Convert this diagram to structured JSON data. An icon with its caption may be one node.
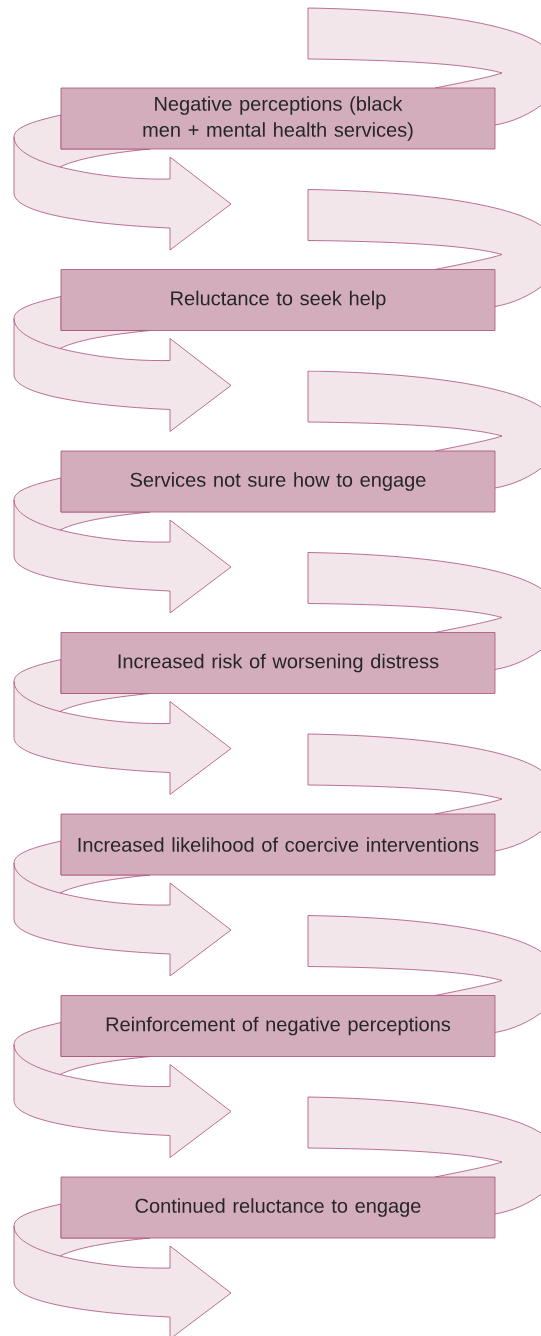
{
  "diagram": {
    "nodes": [
      {
        "text": [
          "Negative perceptions (black men + mental health services)"
        ]
      },
      {
        "text": [
          "Reluctance to seek help"
        ]
      },
      {
        "text": [
          "Services not sure how to engage"
        ]
      },
      {
        "text": [
          "Increased risk of worsening distress"
        ]
      },
      {
        "text": [
          "Increased likelihood of coercive interventions"
        ]
      },
      {
        "text": [
          "Reinforcement of negative perceptions"
        ]
      },
      {
        "text": [
          "Continued reluctance to engage"
        ]
      }
    ]
  }
}
